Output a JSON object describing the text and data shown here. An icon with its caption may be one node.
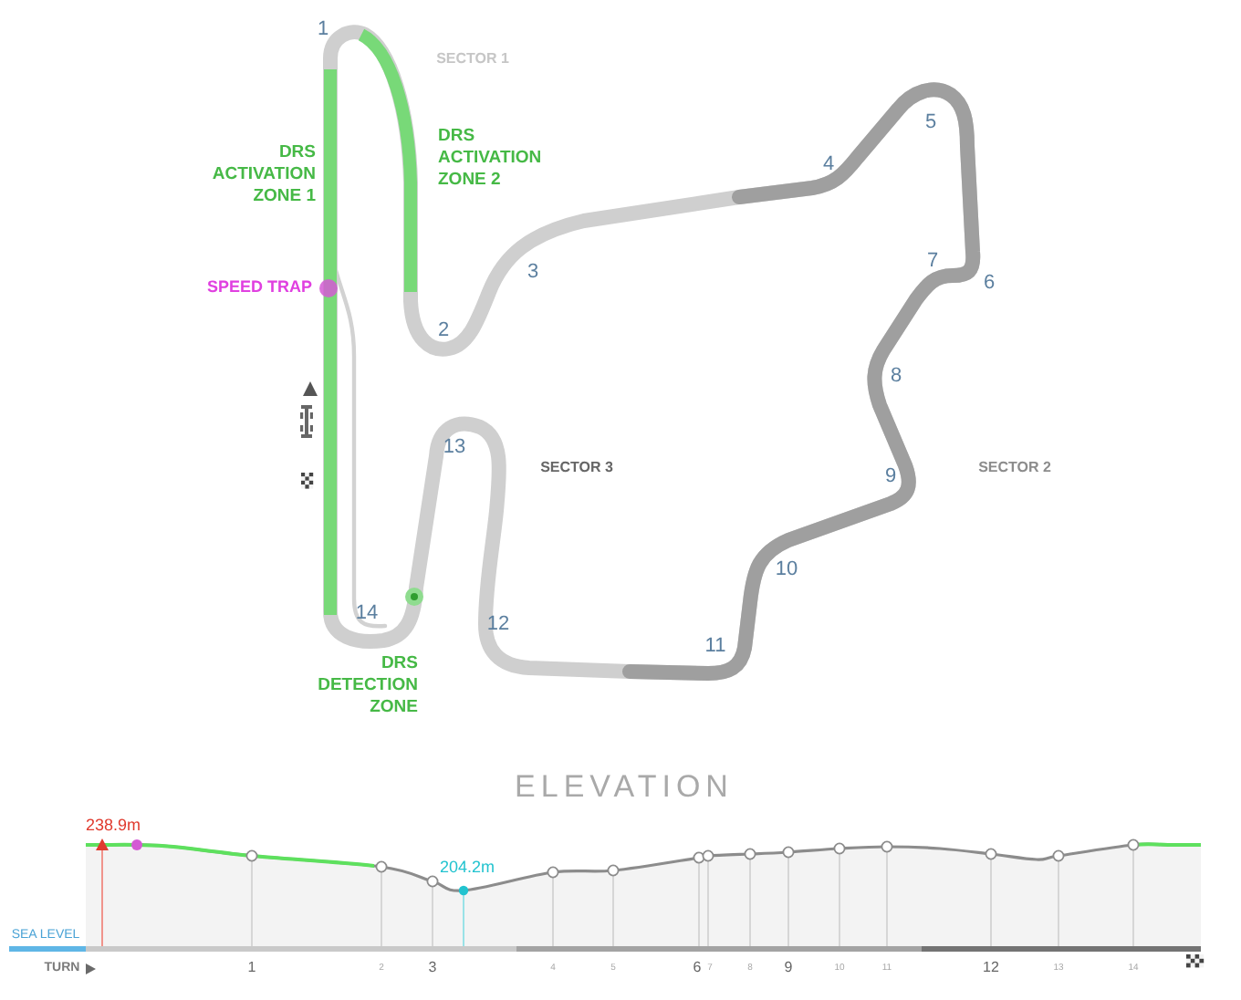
{
  "diagram": {
    "labels": [
      "1",
      "SECTOR 1",
      "5",
      "DRS ACTIVATION ZONE 1",
      "DRS ACTIVATION ZONE 2",
      "4",
      "SPEED TRAP",
      "3",
      "7",
      "6",
      "2",
      "8",
      "13",
      "SECTOR 3",
      "9",
      "SECTOR 2",
      "10",
      "14",
      "12",
      "11",
      "DRS DETECTION ZONE",
      "ELEVATION",
      "238.9m",
      "204.2m",
      "SEA LEVEL",
      "TURN",
      "1",
      "2",
      "3",
      "4",
      "5",
      "6",
      "7",
      "8",
      "9",
      "10",
      "11",
      "12",
      "13",
      "14"
    ]
  }
}
